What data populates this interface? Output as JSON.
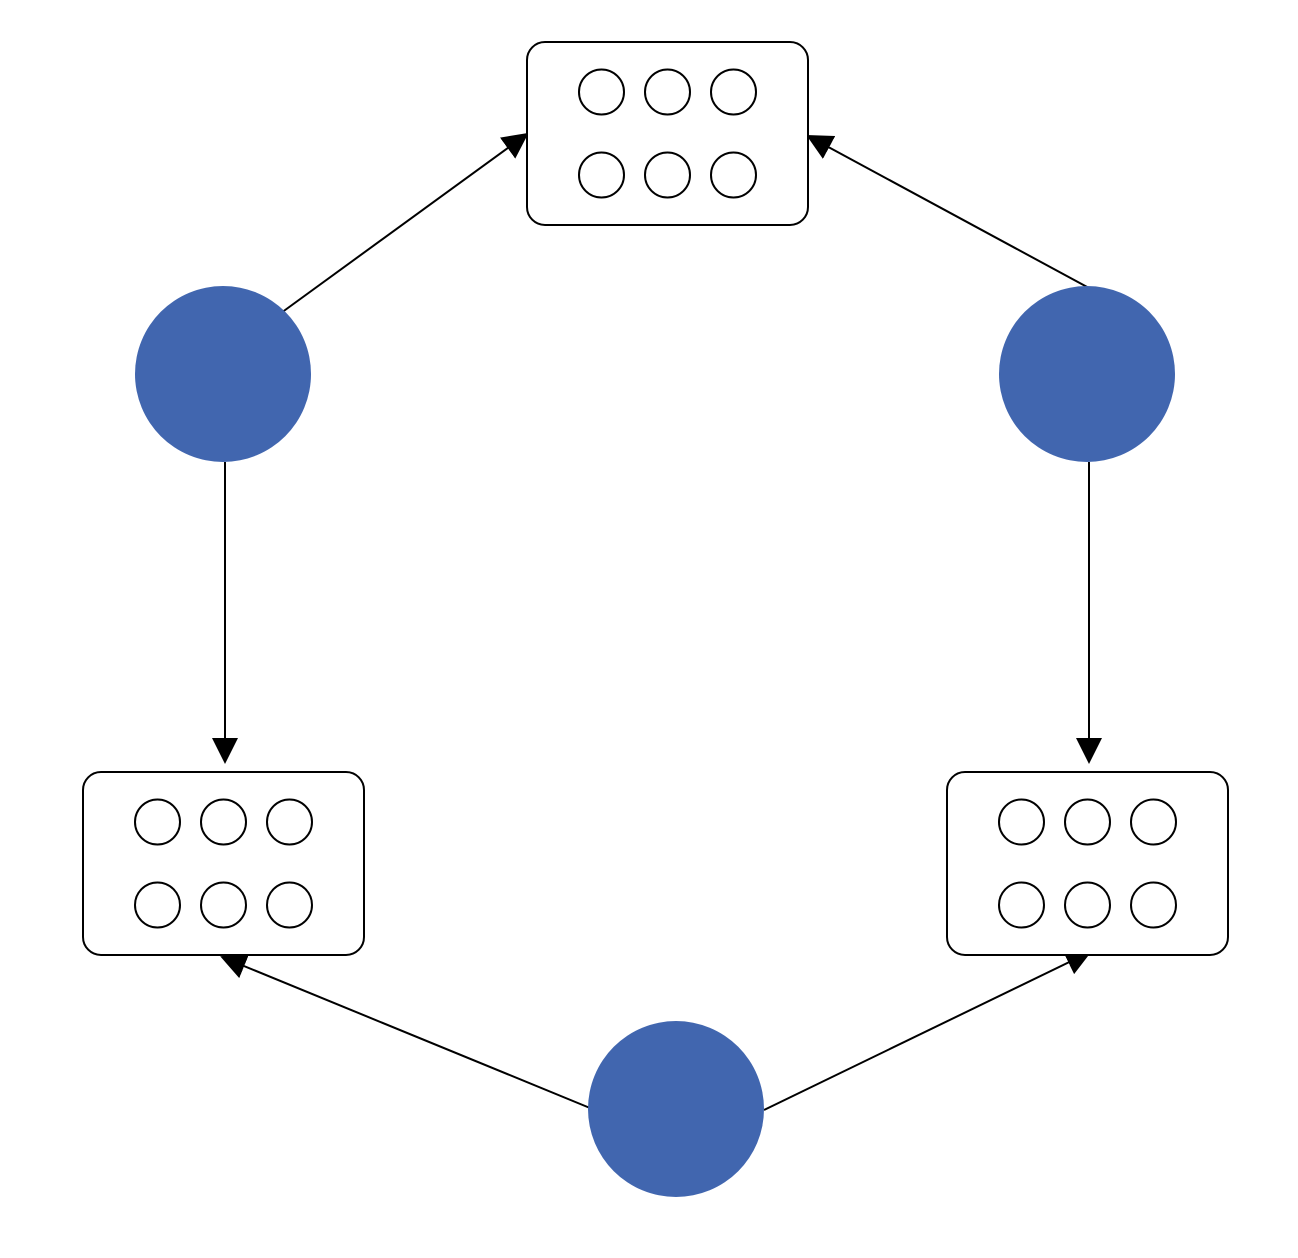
{
  "diagram": {
    "type": "cyclic-flow",
    "node_color": "#4166AF",
    "edge_color": "#000000",
    "box_border_color": "#000000",
    "box_fill": "#ffffff",
    "hubs": [
      {
        "id": "hub-left",
        "shape": "filled-circle"
      },
      {
        "id": "hub-right",
        "shape": "filled-circle"
      },
      {
        "id": "hub-bottom",
        "shape": "filled-circle"
      }
    ],
    "containers": [
      {
        "id": "box-top",
        "shape": "rounded-rectangle",
        "slots": 6,
        "slot_shape": "empty-circle"
      },
      {
        "id": "box-left",
        "shape": "rounded-rectangle",
        "slots": 6,
        "slot_shape": "empty-circle"
      },
      {
        "id": "box-right",
        "shape": "rounded-rectangle",
        "slots": 6,
        "slot_shape": "empty-circle"
      }
    ],
    "edges": [
      {
        "from": "hub-left",
        "to": "box-top"
      },
      {
        "from": "hub-right",
        "to": "box-top"
      },
      {
        "from": "hub-left",
        "to": "box-left"
      },
      {
        "from": "hub-right",
        "to": "box-right"
      },
      {
        "from": "hub-bottom",
        "to": "box-left"
      },
      {
        "from": "hub-bottom",
        "to": "box-right"
      }
    ]
  }
}
